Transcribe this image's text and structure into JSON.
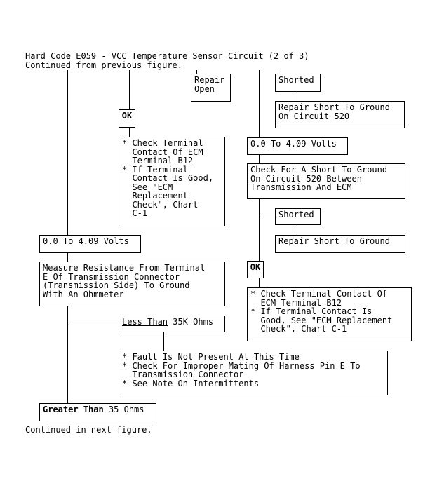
{
  "header": {
    "title": "Hard Code E059 - VCC Temperature Sensor Circuit (2 of 3)",
    "subtitle": "Continued from previous figure."
  },
  "footer": {
    "text": "Continued in next figure."
  },
  "nodes": {
    "repair_open": "Repair\nOpen",
    "shorted_1": "Shorted",
    "repair_short_520": "Repair Short To Ground\nOn Circuit 520",
    "ok_1": "OK",
    "check_terminal_1": "* Check Terminal\n  Contact Of ECM\n  Terminal B12\n* If Terminal\n  Contact Is Good,\n  See \"ECM\n  Replacement\n  Check\", Chart\n  C-1",
    "volts_right": "0.0 To 4.09 Volts",
    "check_short_520": "Check For A Short To Ground\nOn Circuit 520 Between\nTransmission And ECM",
    "shorted_2": "Shorted",
    "repair_short_ground": "Repair Short To Ground",
    "volts_left": "0.0 To 4.09 Volts",
    "ok_2": "OK",
    "measure_resistance": "Measure Resistance From Terminal\nE Of Transmission Connector\n(Transmission Side) To Ground\nWith An Ohmmeter",
    "check_terminal_2": "* Check Terminal Contact Of\n  ECM Terminal B12\n* If Terminal Contact Is\n  Good, See \"ECM Replacement\n  Check\", Chart C-1",
    "less_than_label": "Less Than",
    "less_than_value": " 35K Ohms",
    "fault_not_present": "* Fault Is Not Present At This Time\n* Check For Improper Mating Of Harness Pin E To\n  Transmission Connector\n* See Note On Intermittents",
    "greater_than_label": "Greater Than",
    "greater_than_value": " 35 Ohms"
  }
}
